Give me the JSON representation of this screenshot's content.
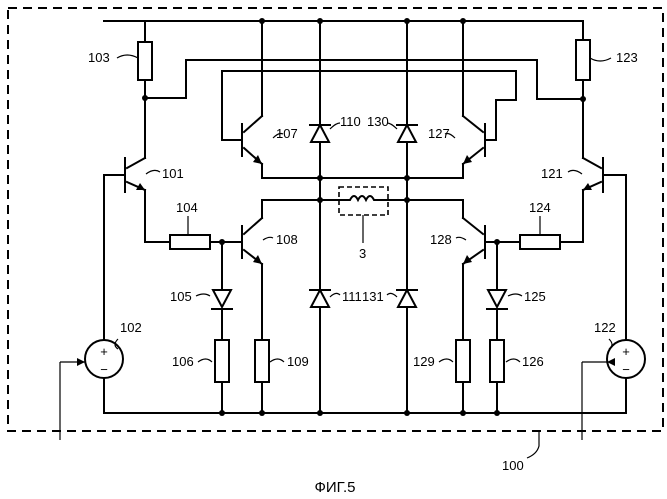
{
  "figure_caption": "ФИГ.5",
  "labels": {
    "r103": "103",
    "r123": "123",
    "q101": "101",
    "q121": "121",
    "q107": "107",
    "q127": "127",
    "d110": "110",
    "d130": "130",
    "r104": "104",
    "r124": "124",
    "q108": "108",
    "q128": "128",
    "load": "3",
    "src102": "102",
    "src122": "122",
    "d105": "105",
    "d125": "125",
    "d111": "111",
    "d131": "131",
    "r106": "106",
    "r109": "109",
    "r129": "129",
    "r126": "126",
    "box": "100"
  },
  "source_sign": {
    "plus": "+",
    "minus": "−"
  }
}
